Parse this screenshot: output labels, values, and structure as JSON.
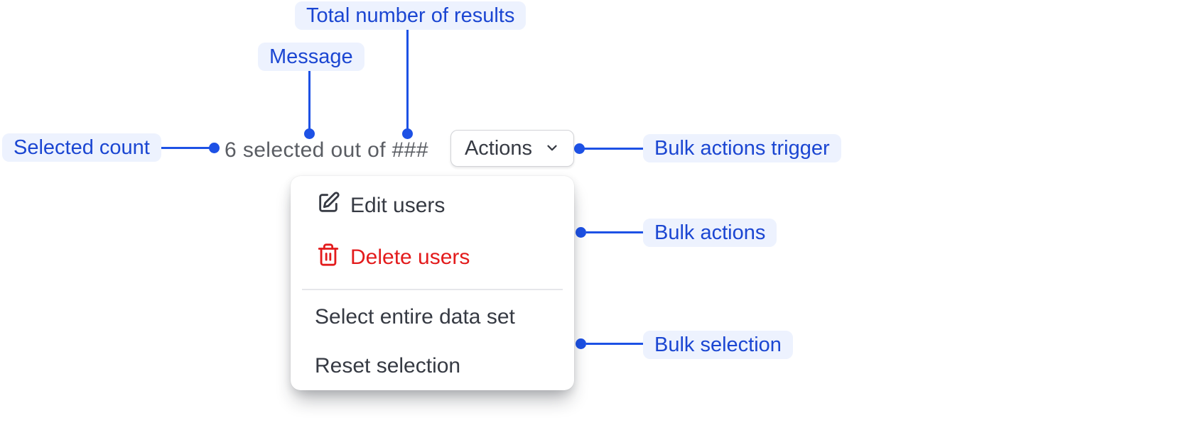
{
  "annotations": {
    "total_results": {
      "label": "Total number of results"
    },
    "message": {
      "label": "Message"
    },
    "selected_count": {
      "label": "Selected count"
    },
    "bulk_actions_trigger": {
      "label": "Bulk actions trigger"
    },
    "bulk_actions": {
      "label": "Bulk actions"
    },
    "bulk_selection": {
      "label": "Bulk selection"
    }
  },
  "bulk_actions_bar": {
    "message_text": "6 selected out of ###",
    "selected_count_value": "6",
    "total_placeholder": "###",
    "actions_button": {
      "label": "Actions",
      "icon": "chevron-down-icon"
    }
  },
  "menu": {
    "items": [
      {
        "label": "Edit users",
        "icon": "edit-icon",
        "variant": "default"
      },
      {
        "label": "Delete users",
        "icon": "trash-icon",
        "variant": "danger"
      },
      {
        "label": "Select entire data set",
        "variant": "default"
      },
      {
        "label": "Reset selection",
        "variant": "default"
      }
    ]
  },
  "colors": {
    "annotation_text": "#1b46d2",
    "connector": "#1d51e5",
    "annotation_chip_bg": "#edf2fe",
    "message_text": "#5a5d63",
    "menu_text": "#363a43",
    "danger": "#e31b1c",
    "button_border": "#d2d3d7",
    "divider": "#e6e7ea",
    "surface": "#ffffff"
  }
}
